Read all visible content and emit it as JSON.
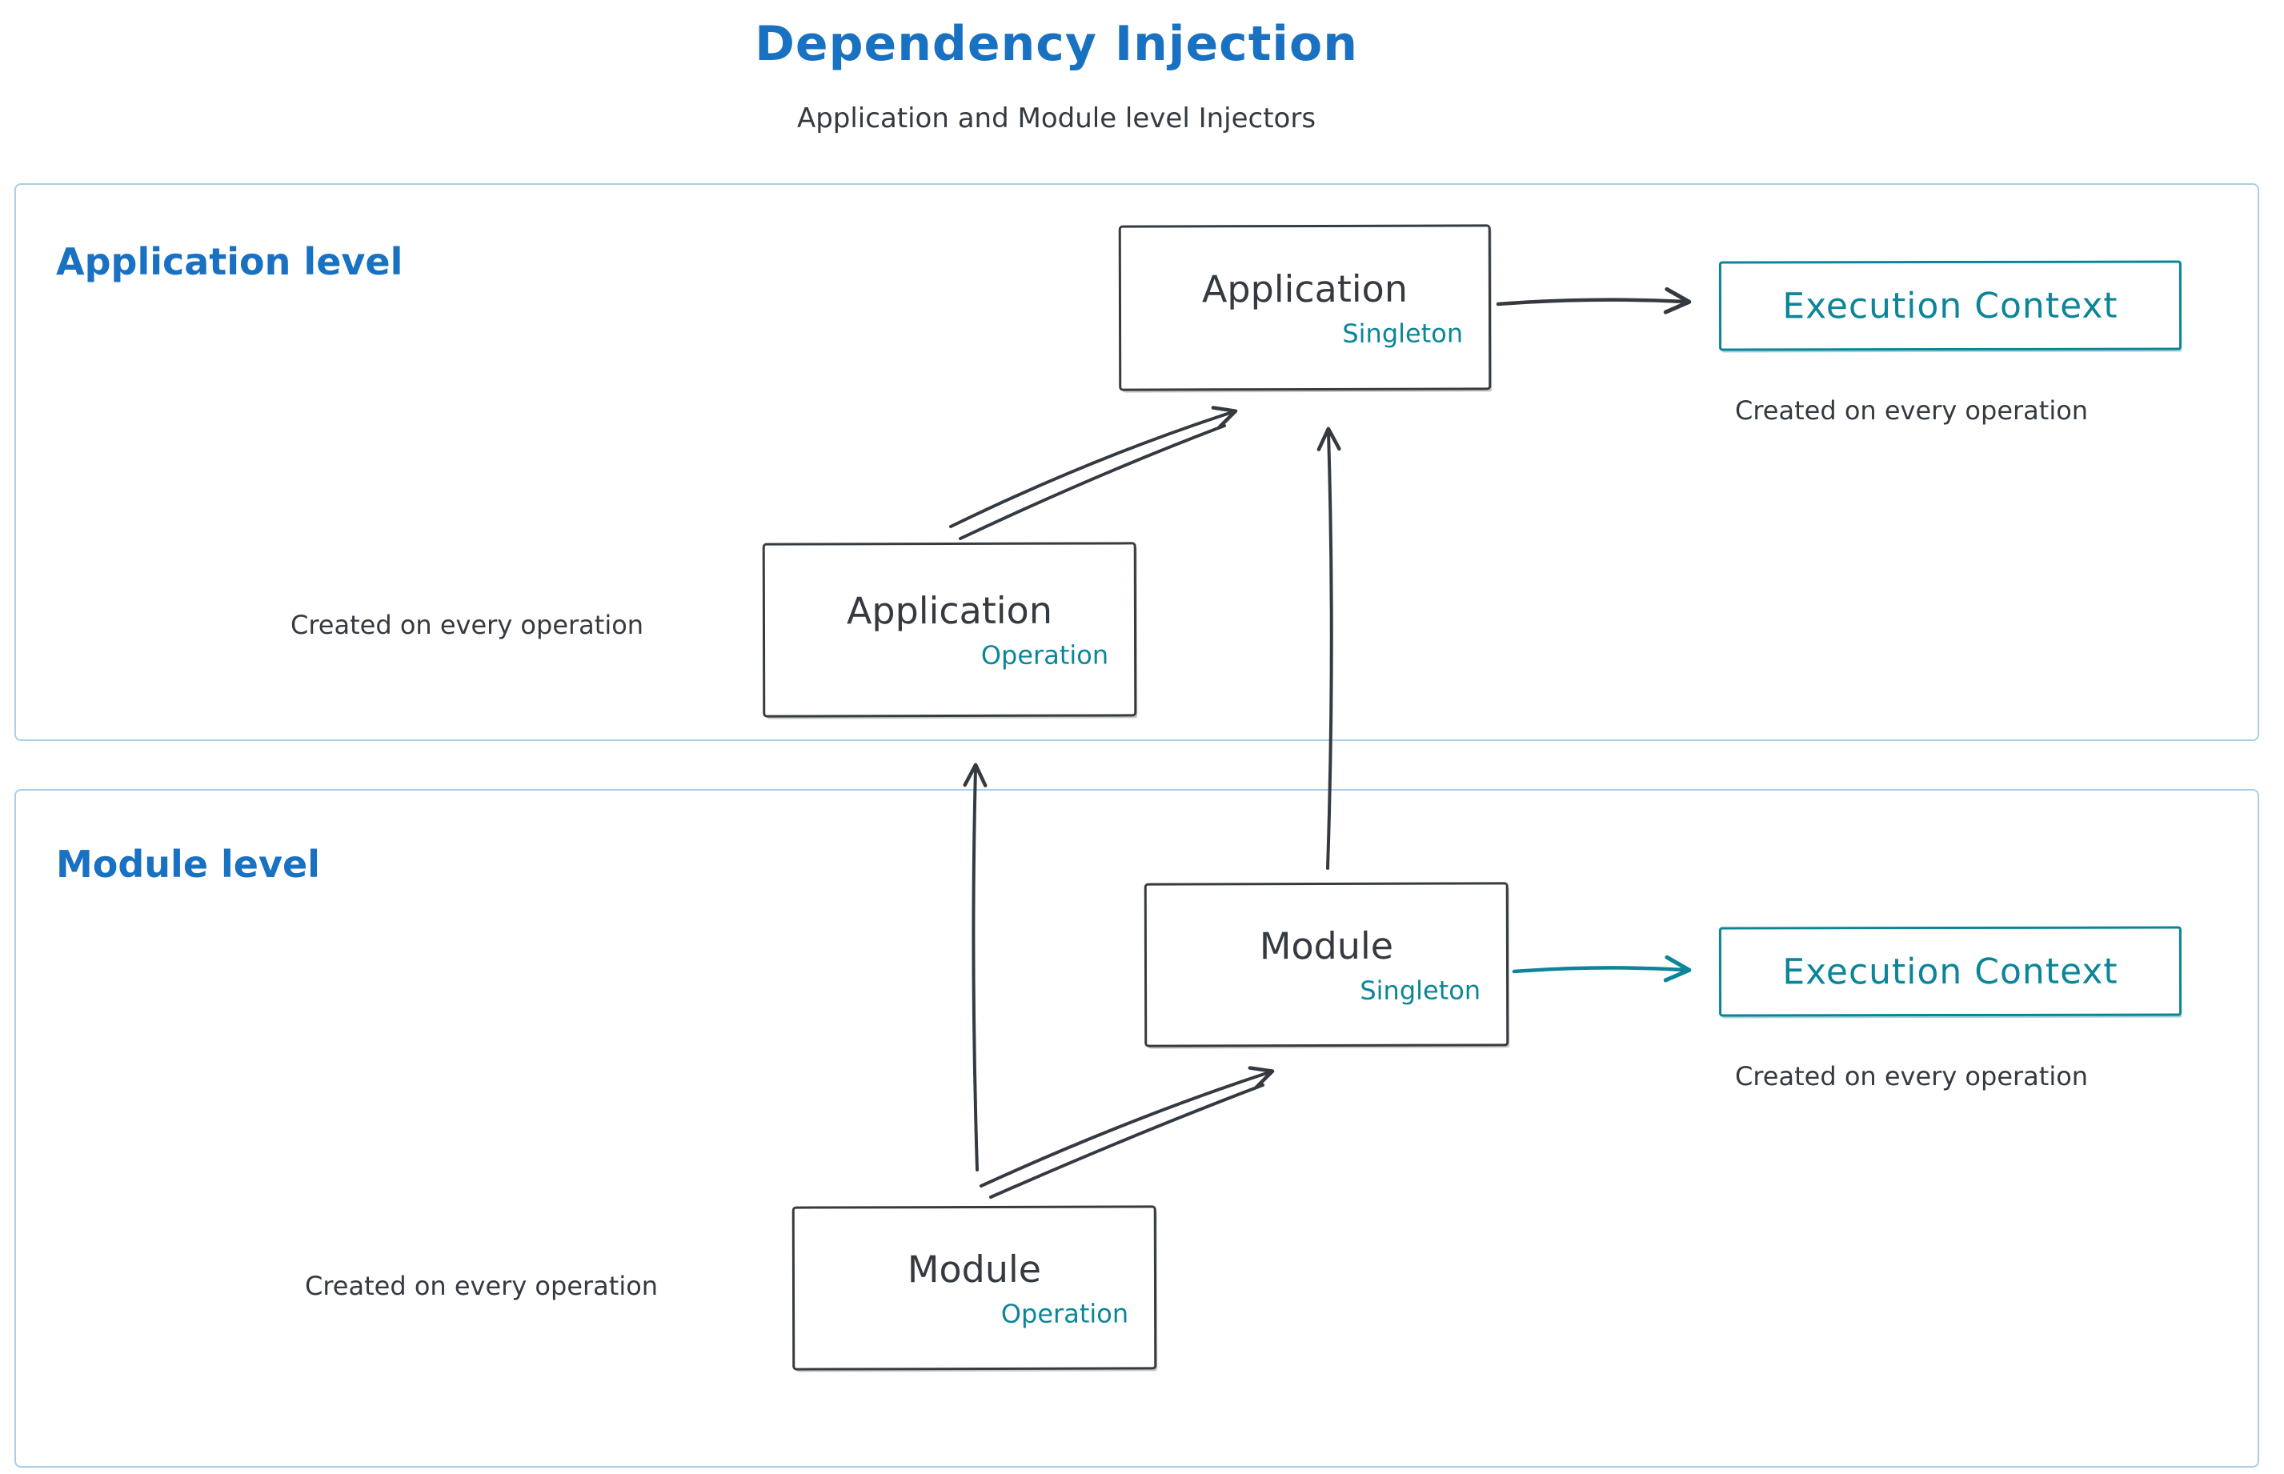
{
  "title": "Dependency Injection",
  "subtitle": "Application and Module level Injectors",
  "colors": {
    "heading_blue": "#1971c2",
    "ink_dark": "#343a40",
    "teal": "#0c8599",
    "level_border_blue": "#aacde9"
  },
  "application_level": {
    "label": "Application level",
    "singleton_node": {
      "title": "Application",
      "tag": "Singleton"
    },
    "operation_node": {
      "title": "Application",
      "tag": "Operation"
    },
    "operation_note": "Created on every operation",
    "execution_context": {
      "label": "Execution Context",
      "note": "Created on every operation"
    }
  },
  "module_level": {
    "label": "Module level",
    "singleton_node": {
      "title": "Module",
      "tag": "Singleton"
    },
    "operation_node": {
      "title": "Module",
      "tag": "Operation"
    },
    "operation_note": "Created on every operation",
    "execution_context": {
      "label": "Execution Context",
      "note": "Created on every operation"
    }
  },
  "connections": [
    {
      "from": "Application Operation",
      "to": "Application Singleton"
    },
    {
      "from": "Application Singleton",
      "to": "Execution Context (application level)"
    },
    {
      "from": "Module Singleton",
      "to": "Application Singleton"
    },
    {
      "from": "Module Singleton",
      "to": "Execution Context (module level)"
    },
    {
      "from": "Module Operation",
      "to": "Module Singleton"
    },
    {
      "from": "Module Operation",
      "to": "Application Operation"
    }
  ]
}
